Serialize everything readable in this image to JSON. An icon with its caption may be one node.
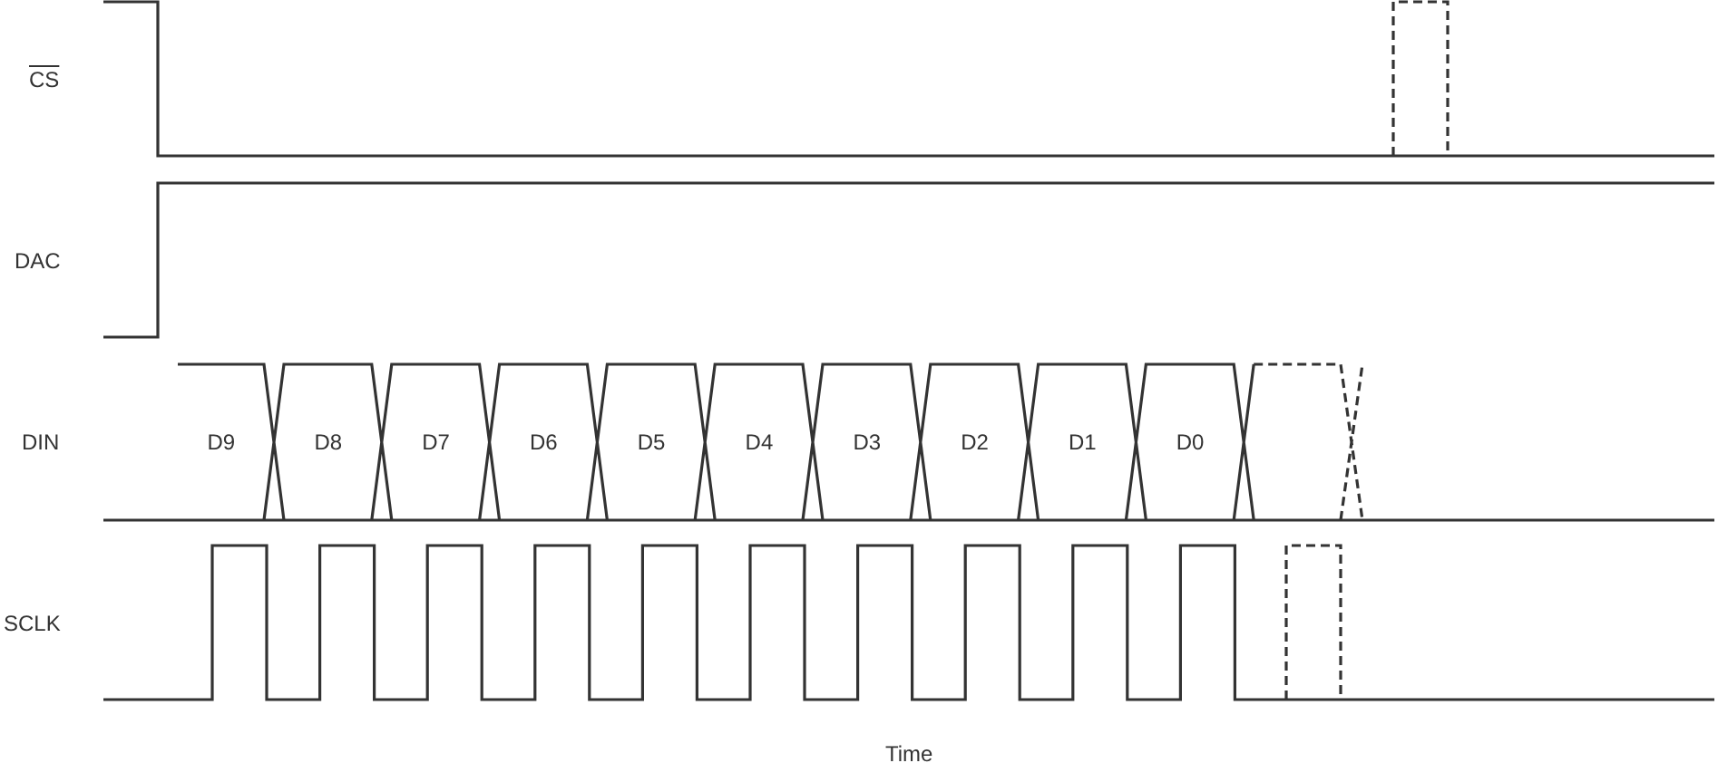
{
  "diagram": {
    "labels": [
      "CS",
      "DAC",
      "DIN",
      "SCLK",
      "D9",
      "D8",
      "D7",
      "D6",
      "D5",
      "D4",
      "D3",
      "D2",
      "D1",
      "D0",
      "Time"
    ]
  }
}
